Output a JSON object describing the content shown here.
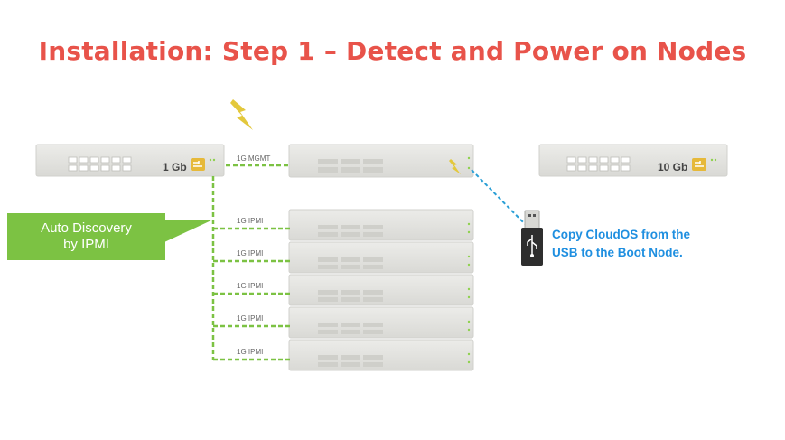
{
  "title": "Installation: Step 1 – Detect and Power on Nodes",
  "switches": {
    "left_speed": "1 Gb",
    "right_speed": "10 Gb"
  },
  "links": {
    "mgmt_label": "1G MGMT",
    "ipmi_labels": [
      "1G IPMI",
      "1G IPMI",
      "1G IPMI",
      "1G IPMI",
      "1G IPMI"
    ]
  },
  "callout": {
    "line1": "Auto Discovery",
    "line2": "by IPMI"
  },
  "usb_note": {
    "line1": "Copy CloudOS from the",
    "line2": "USB to the Boot Node."
  },
  "colors": {
    "title": "#e8534a",
    "link_green": "#7cc243",
    "usb_link": "#2a9fd6",
    "lightning": "#e3c83c"
  },
  "icons": [
    "lightning-icon",
    "usb-icon",
    "switch-badge-icon"
  ]
}
